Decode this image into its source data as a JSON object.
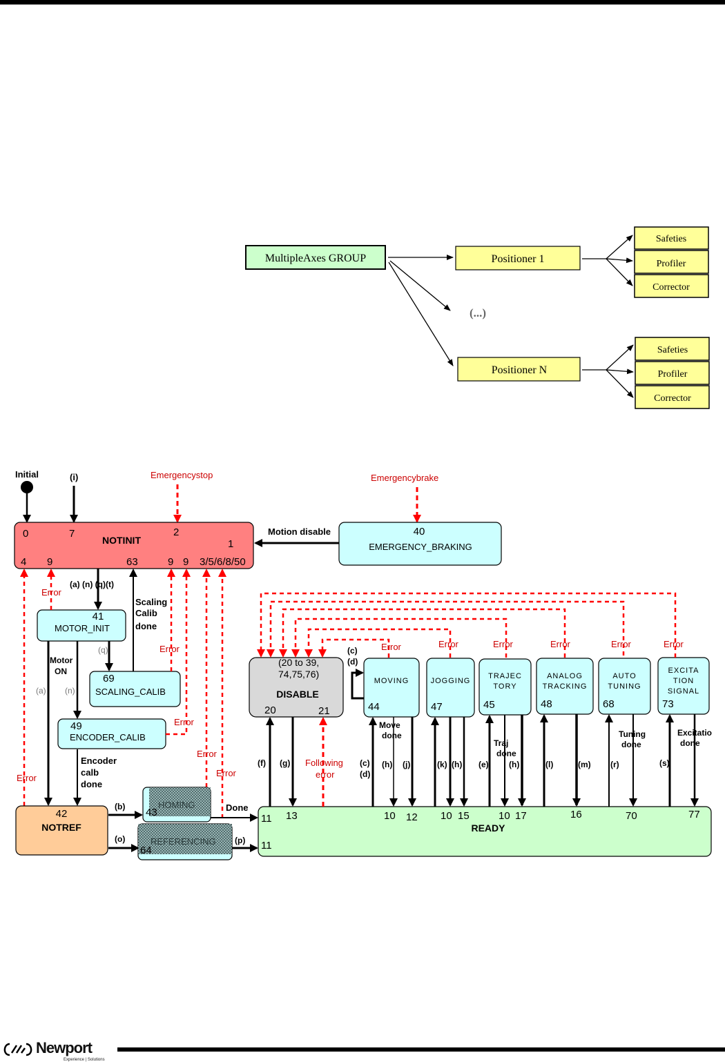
{
  "colors": {
    "group_fill": "#ccffcc",
    "positioner_fill": "#ffff99",
    "notinit_fill": "#ff8080",
    "state_fill": "#ccffff",
    "notref_fill": "#ffcc99",
    "disable_fill": "#d9d9d9",
    "ready_fill": "#ccffcc",
    "error_red": "#ff0000",
    "label_red": "#cc0000"
  },
  "hierarchy": {
    "group": "MultipleAxes GROUP",
    "ellipsis": "(...)",
    "positioners": [
      {
        "name": "Positioner 1",
        "children": [
          "Safeties",
          "Profiler",
          "Corrector"
        ]
      },
      {
        "name": "Positioner N",
        "children": [
          "Safeties",
          "Profiler",
          "Corrector"
        ]
      }
    ]
  },
  "state_diagram": {
    "top_labels": {
      "initial": "Initial",
      "i": "(i)",
      "emergency_stop": "Emergencystop",
      "emergency_brake": "Emergencybrake",
      "motion_disable": "Motion disable"
    },
    "notinit": {
      "name": "NOTINIT",
      "codes_top": [
        "0",
        "7",
        "2",
        "1"
      ],
      "codes_bottom": [
        "4",
        "9",
        "63",
        "9",
        "9",
        "3/5/6/8/50"
      ]
    },
    "emergency_braking": {
      "code": "40",
      "name": "EMERGENCY_BRAKING"
    },
    "motor_init": {
      "code": "41",
      "name": "MOTOR_INIT"
    },
    "scaling_calib": {
      "code": "69",
      "name": "SCALING_CALIB"
    },
    "encoder_calib": {
      "code": "49",
      "name": "ENCODER_CALIB"
    },
    "notref": {
      "code": "42",
      "name": "NOTREF"
    },
    "homing": {
      "code": "43",
      "name": "HOMING"
    },
    "referencing": {
      "code": "64",
      "name": "REFERENCING"
    },
    "disable": {
      "codes": "(20 to 39,\n74,75,76)",
      "codes_line1": "(20 to 39,",
      "codes_line2": "74,75,76)",
      "name": "DISABLE",
      "code_left": "20",
      "code_right": "21"
    },
    "motion_states": [
      {
        "name_lines": [
          "MOVING"
        ],
        "code": "44"
      },
      {
        "name_lines": [
          "JOGGING"
        ],
        "code": "47"
      },
      {
        "name_lines": [
          "TRAJEC",
          "TORY"
        ],
        "code": "45"
      },
      {
        "name_lines": [
          "ANALOG",
          "TRACKING"
        ],
        "code": "48"
      },
      {
        "name_lines": [
          "AUTO",
          "TUNING"
        ],
        "code": "68"
      },
      {
        "name_lines": [
          "EXCITA",
          "TION",
          "SIGNAL"
        ],
        "code": "73"
      }
    ],
    "ready": {
      "name": "READY",
      "codes": [
        "11",
        "13",
        "10",
        "12",
        "10",
        "15",
        "10",
        "17",
        "16",
        "70",
        "77",
        "11"
      ]
    },
    "transition_labels": {
      "anqt": "(a) (n) (q)(t)",
      "q": "(q)",
      "a": "(a)",
      "n": "(n)",
      "motor_on": [
        "Motor",
        "ON"
      ],
      "scaling_done": [
        "Scaling",
        "Calib",
        "done"
      ],
      "encoder_done": [
        "Encoder",
        "calb",
        "done"
      ],
      "b": "(b)",
      "o": "(o)",
      "p": "(p)",
      "done": "Done",
      "f": "(f)",
      "g": "(g)",
      "following_error": [
        "Following",
        "error"
      ],
      "c": "(c)",
      "d": "(d)",
      "move_done": [
        "Move",
        "done"
      ],
      "h": "(h)",
      "j": "(j)",
      "k": "(k)",
      "e": "(e)",
      "traj_done": [
        "Traj",
        "done"
      ],
      "l": "(l)",
      "m": "(m)",
      "r": "(r)",
      "tuning_done": [
        "Tuning",
        "done"
      ],
      "s": "(s)",
      "excitation_done": [
        "Excitatio",
        "done"
      ],
      "error": "Error"
    }
  },
  "footer": {
    "brand": "Newport",
    "tagline": "Experience | Solutions"
  }
}
